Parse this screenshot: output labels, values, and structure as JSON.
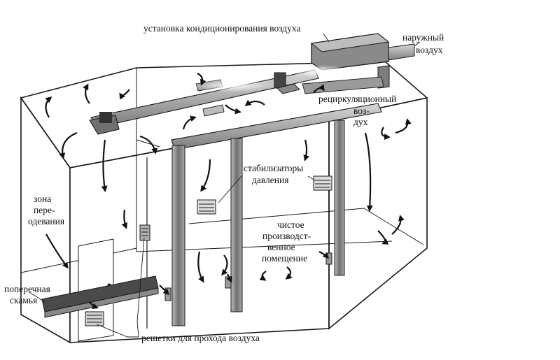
{
  "colors": {
    "ink": "#1a1a1a",
    "duct": "#9a9a9a",
    "duct_dark": "#555555",
    "column": "#8c8c8c",
    "paper": "#ffffff",
    "glow": "#f2f2f2"
  },
  "labels": {
    "ac_unit": "установка кондиционирования воздуха",
    "outside_air_1": "наружный",
    "outside_air_2": "воздух",
    "recirc_1": "рециркуляционный",
    "recirc_2": "воз-",
    "recirc_3": "дух",
    "stabilizers_1": "стабилизаторы",
    "stabilizers_2": "давления",
    "changing_1": "зона",
    "changing_2": "пере-",
    "changing_3": "одевания",
    "clean_1": "чистое",
    "clean_2": "производст-",
    "clean_3": "венное",
    "clean_4": "помещение",
    "bench_1": "поперечная",
    "bench_2": "скамья",
    "grilles": "решетки для прохода воздуха"
  }
}
